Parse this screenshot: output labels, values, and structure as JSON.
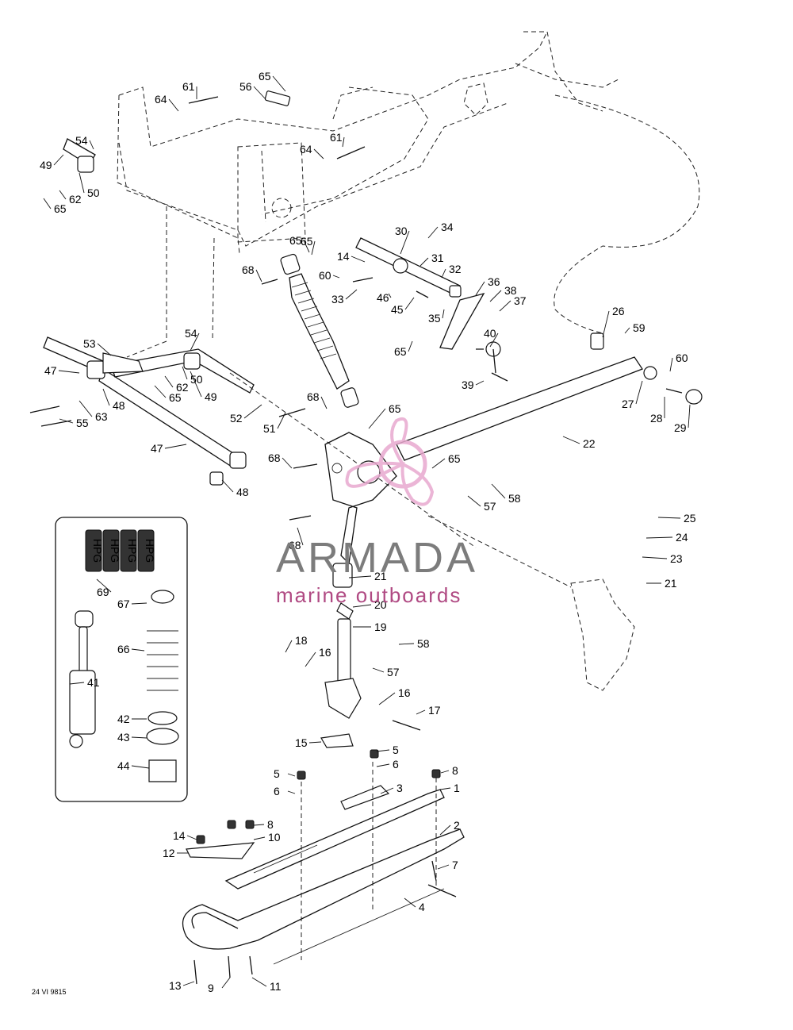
{
  "watermark": {
    "brand": "ARMADA",
    "tagline": "marine outboards",
    "brand_color": "#7c7c7c",
    "accent_color": "#b04a83",
    "logo_color": "#e8a9cf"
  },
  "drawing_code": "24 VI 9815",
  "decal_text": [
    "HPG",
    "HPG",
    "HPG",
    "HPG"
  ],
  "callouts": [
    {
      "label": "1"
    },
    {
      "label": "2"
    },
    {
      "label": "3"
    },
    {
      "label": "4"
    },
    {
      "label": "5"
    },
    {
      "label": "5"
    },
    {
      "label": "6"
    },
    {
      "label": "6"
    },
    {
      "label": "7"
    },
    {
      "label": "8"
    },
    {
      "label": "8"
    },
    {
      "label": "9"
    },
    {
      "label": "10"
    },
    {
      "label": "11"
    },
    {
      "label": "12"
    },
    {
      "label": "13"
    },
    {
      "label": "14"
    },
    {
      "label": "14"
    },
    {
      "label": "15"
    },
    {
      "label": "16"
    },
    {
      "label": "16"
    },
    {
      "label": "17"
    },
    {
      "label": "18"
    },
    {
      "label": "19"
    },
    {
      "label": "20"
    },
    {
      "label": "21"
    },
    {
      "label": "21"
    },
    {
      "label": "22"
    },
    {
      "label": "23"
    },
    {
      "label": "24"
    },
    {
      "label": "25"
    },
    {
      "label": "26"
    },
    {
      "label": "27"
    },
    {
      "label": "28"
    },
    {
      "label": "29"
    },
    {
      "label": "30"
    },
    {
      "label": "31"
    },
    {
      "label": "32"
    },
    {
      "label": "33"
    },
    {
      "label": "34"
    },
    {
      "label": "35"
    },
    {
      "label": "36"
    },
    {
      "label": "37"
    },
    {
      "label": "38"
    },
    {
      "label": "39"
    },
    {
      "label": "40"
    },
    {
      "label": "41"
    },
    {
      "label": "42"
    },
    {
      "label": "43"
    },
    {
      "label": "44"
    },
    {
      "label": "45"
    },
    {
      "label": "46"
    },
    {
      "label": "47"
    },
    {
      "label": "47"
    },
    {
      "label": "48"
    },
    {
      "label": "48"
    },
    {
      "label": "49"
    },
    {
      "label": "49"
    },
    {
      "label": "50"
    },
    {
      "label": "50"
    },
    {
      "label": "51"
    },
    {
      "label": "52"
    },
    {
      "label": "53"
    },
    {
      "label": "54"
    },
    {
      "label": "54"
    },
    {
      "label": "55"
    },
    {
      "label": "56"
    },
    {
      "label": "57"
    },
    {
      "label": "57"
    },
    {
      "label": "58"
    },
    {
      "label": "58"
    },
    {
      "label": "59"
    },
    {
      "label": "60"
    },
    {
      "label": "60"
    },
    {
      "label": "61"
    },
    {
      "label": "61"
    },
    {
      "label": "62"
    },
    {
      "label": "62"
    },
    {
      "label": "63"
    },
    {
      "label": "64"
    },
    {
      "label": "64"
    },
    {
      "label": "65"
    },
    {
      "label": "65"
    },
    {
      "label": "65"
    },
    {
      "label": "65"
    },
    {
      "label": "65"
    },
    {
      "label": "65"
    },
    {
      "label": "65"
    },
    {
      "label": "65"
    },
    {
      "label": "66"
    },
    {
      "label": "67"
    },
    {
      "label": "68"
    },
    {
      "label": "68"
    },
    {
      "label": "68"
    },
    {
      "label": "68"
    },
    {
      "label": "69"
    }
  ]
}
